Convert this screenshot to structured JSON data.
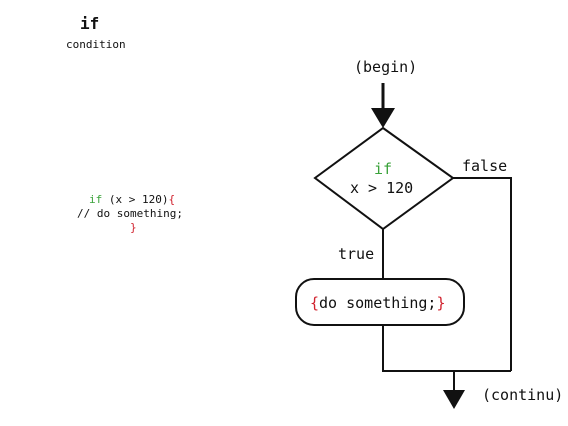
{
  "header": {
    "title": "if",
    "subtitle": "condition"
  },
  "code": {
    "line1_keyword": "if",
    "line1_rest": " (x > 120)",
    "line1_brace": "{",
    "line2": "// do something;",
    "line3_brace": "}"
  },
  "flowchart": {
    "begin_label": "(begin)",
    "decision_keyword": "if",
    "decision_condition": "x > 120",
    "false_label": "false",
    "true_label": "true",
    "action_open_brace": "{",
    "action_text": "do something;",
    "action_close_brace": "}",
    "end_label": "(continu)"
  },
  "colors": {
    "keyword": "#3aa23a",
    "brace": "#d0202c",
    "line": "#111111"
  }
}
